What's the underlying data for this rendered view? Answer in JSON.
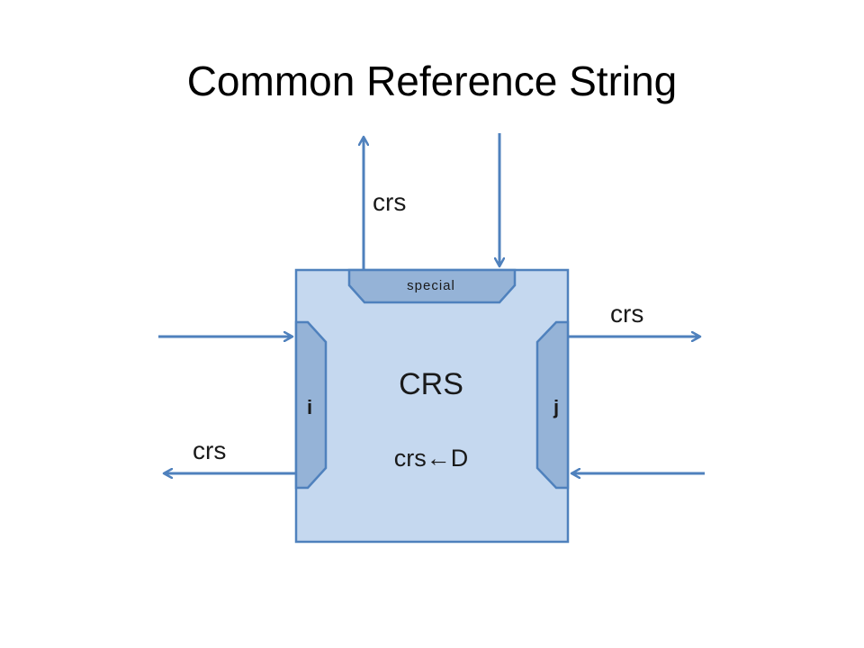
{
  "slide": {
    "title": "Common Reference String"
  },
  "functionality": {
    "name": "CRS",
    "operation": "crs←D",
    "special_port": "special",
    "left_port": "i",
    "right_port": "j"
  },
  "arrow_labels": {
    "top_out": "crs",
    "right_out": "crs",
    "left_out": "crs"
  },
  "colors": {
    "box_fill": "#c5d8ef",
    "port_fill": "#95b3d7",
    "stroke": "#4f81bd"
  }
}
